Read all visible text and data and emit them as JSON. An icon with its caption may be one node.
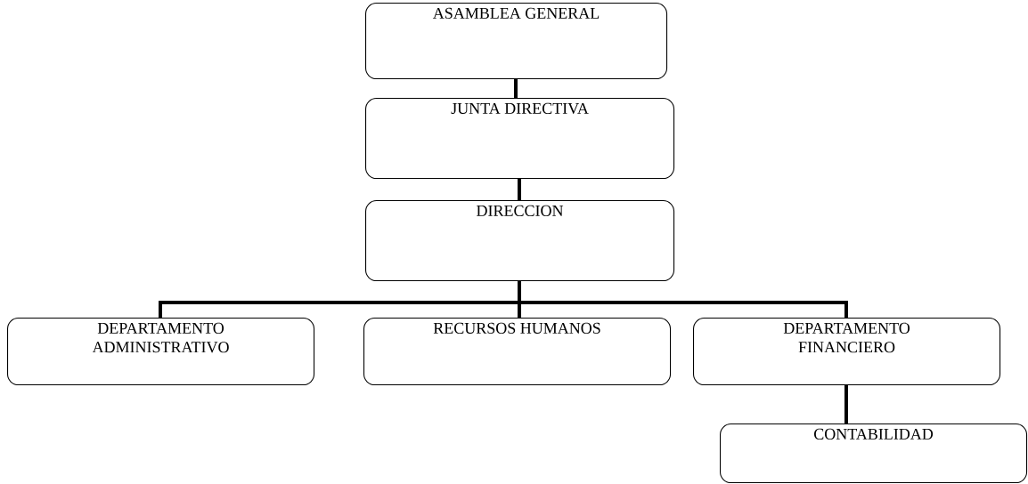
{
  "diagram": {
    "nodes": [
      {
        "text": [
          "ASAMBLEA GENERAL"
        ]
      },
      {
        "text": [
          "JUNTA DIRECTIVA"
        ]
      },
      {
        "text": [
          "DIRECCION"
        ]
      },
      {
        "text": [
          "DEPARTAMENTO ADMINISTRATIVO"
        ]
      },
      {
        "text": [
          "RECURSOS HUMANOS"
        ]
      },
      {
        "text": [
          "DEPARTAMENTO FINANCIERO"
        ]
      },
      {
        "text": [
          "CONTABILIDAD"
        ]
      }
    ],
    "edges": [
      {
        "from": 0,
        "to": 1,
        "arrow": "none"
      },
      {
        "from": 1,
        "to": 2,
        "arrow": "none"
      },
      {
        "from": 2,
        "to": 3,
        "arrow": "none"
      },
      {
        "from": 2,
        "to": 4,
        "arrow": "none"
      },
      {
        "from": 2,
        "to": 5,
        "arrow": "none"
      },
      {
        "from": 5,
        "to": 6,
        "arrow": "none"
      }
    ]
  }
}
